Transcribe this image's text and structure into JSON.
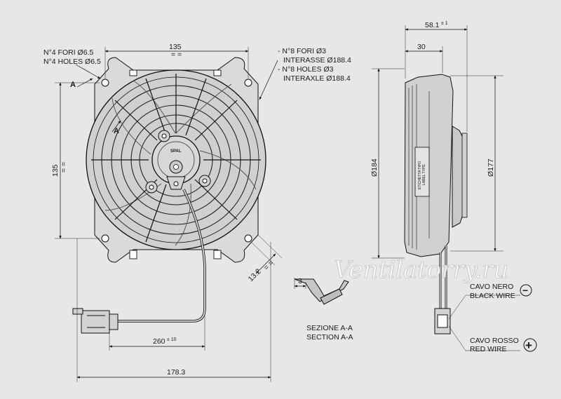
{
  "front_view": {
    "holes_it": "N°4 FORI Ø6.5",
    "holes_en": "N°4 HOLES Ø6.5",
    "dim_width": "135",
    "dim_height": "135",
    "section_mark": "A",
    "dim_cable": "260",
    "dim_cable_tol": "± 10",
    "dim_total": "178.3",
    "dim_angle": "13.2",
    "brand": "SPAL"
  },
  "screw_callout": {
    "line1": "- N°8 FORI Ø3",
    "line2": "INTERASSE Ø188.4",
    "line3": "- N°8 HOLES Ø3",
    "line4": "INTERAXLE Ø188.4"
  },
  "section": {
    "dim": "3",
    "label_it": "SEZIONE A-A",
    "label_en": "SECTION A-A"
  },
  "side_view": {
    "dim_depth": "58.1",
    "dim_depth_tol": "± 1",
    "dim_motor": "30",
    "dim_outer": "Ø184",
    "dim_inner": "Ø177",
    "label_line1": "ETICHETTA TIPO",
    "label_line2": "LABEL TYPE"
  },
  "wires": {
    "black_it": "CAVO NERO",
    "black_en": "BLACK WIRE",
    "black_symbol": "−",
    "red_it": "CAVO ROSSO",
    "red_en": "RED WIRE",
    "red_symbol": "+"
  },
  "watermark": "Ventilatorry.ru",
  "colors": {
    "background": "#e6e7e9",
    "line": "#111111"
  }
}
